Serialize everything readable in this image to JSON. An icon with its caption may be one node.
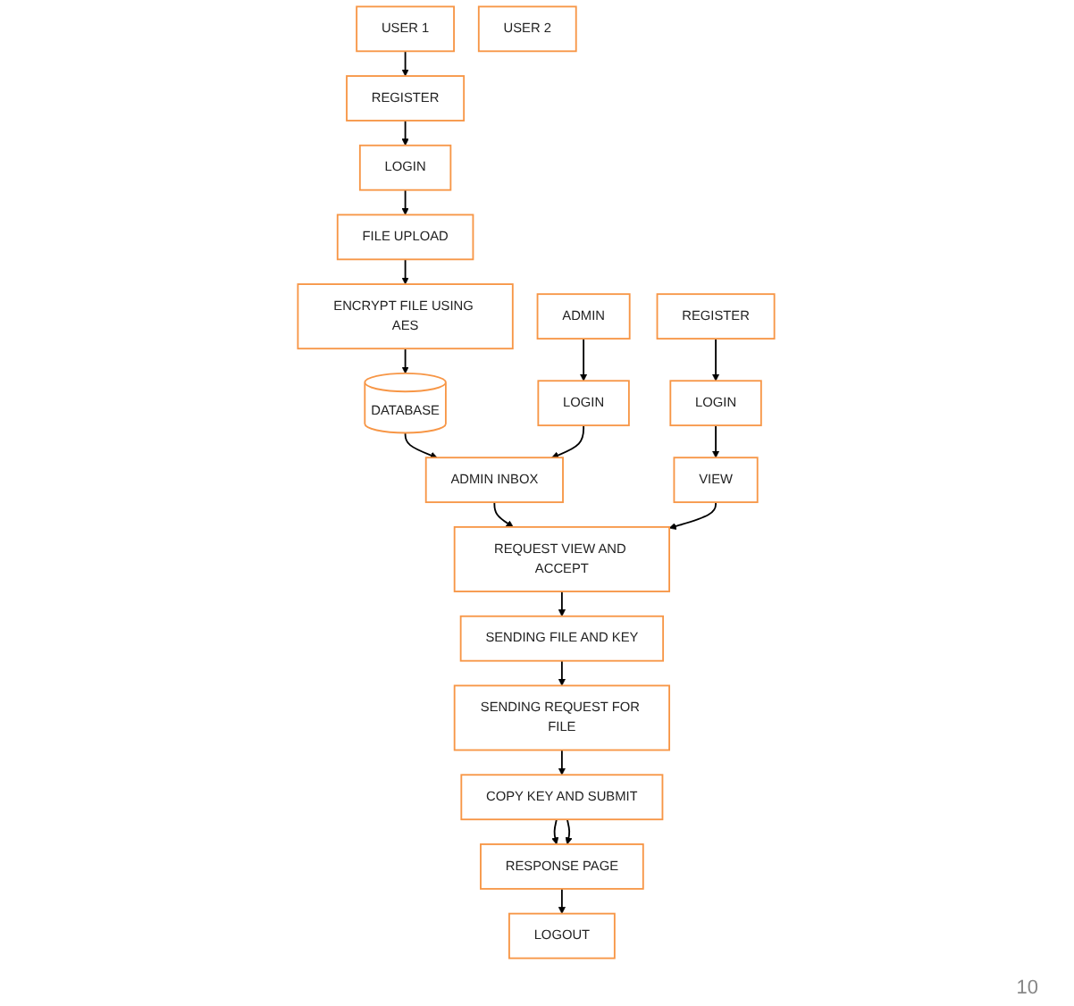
{
  "diagram": {
    "nodes": [
      {
        "text": [
          "USER 1"
        ]
      },
      {
        "text": [
          "REGISTER"
        ]
      },
      {
        "text": [
          "LOGIN"
        ]
      },
      {
        "text": [
          "FILE UPLOAD"
        ]
      },
      {
        "text": [
          "ENCRYPT FILE USING AES"
        ]
      },
      {
        "text": [
          "DATABASE"
        ]
      },
      {
        "text": [
          "ADMIN INBOX"
        ]
      },
      {
        "text": [
          "ADMIN"
        ]
      },
      {
        "text": [
          "LOGIN"
        ]
      },
      {
        "text": [
          "USER 2"
        ]
      },
      {
        "text": [
          "REGISTER"
        ]
      },
      {
        "text": [
          "LOGIN"
        ]
      },
      {
        "text": [
          "VIEW"
        ]
      },
      {
        "text": [
          "REQUEST VIEW AND ACCEPT"
        ]
      },
      {
        "text": [
          "SENDING FILE AND KEY"
        ]
      },
      {
        "text": [
          "SENDING REQUEST FOR FILE"
        ]
      },
      {
        "text": [
          "COPY KEY AND SUBMIT"
        ]
      },
      {
        "text": [
          "RESPONSE PAGE"
        ]
      },
      {
        "text": [
          "LOGOUT"
        ]
      }
    ],
    "edges": [
      {
        "from": 0,
        "to": 1,
        "arrow": "to"
      },
      {
        "from": 1,
        "to": 2,
        "arrow": "to"
      },
      {
        "from": 2,
        "to": 3,
        "arrow": "to"
      },
      {
        "from": 3,
        "to": 4,
        "arrow": "to"
      },
      {
        "from": 4,
        "to": 5,
        "arrow": "to"
      },
      {
        "from": 5,
        "to": 6,
        "arrow": "to"
      },
      {
        "from": 7,
        "to": 8,
        "arrow": "to"
      },
      {
        "from": 8,
        "to": 6,
        "arrow": "to"
      },
      {
        "from": 6,
        "to": 13,
        "arrow": "to"
      },
      {
        "from": 10,
        "to": 11,
        "arrow": "to"
      },
      {
        "from": 11,
        "to": 12,
        "arrow": "to"
      },
      {
        "from": 12,
        "to": 13,
        "arrow": "to"
      },
      {
        "from": 13,
        "to": 14,
        "arrow": "to"
      },
      {
        "from": 14,
        "to": 15,
        "arrow": "to"
      },
      {
        "from": 15,
        "to": 16,
        "arrow": "to"
      },
      {
        "from": 16,
        "to": 17,
        "arrow": "to"
      },
      {
        "from": 16,
        "to": 17,
        "arrow": "to"
      },
      {
        "from": 17,
        "to": 18,
        "arrow": "to"
      }
    ],
    "labels": [
      "10"
    ]
  }
}
